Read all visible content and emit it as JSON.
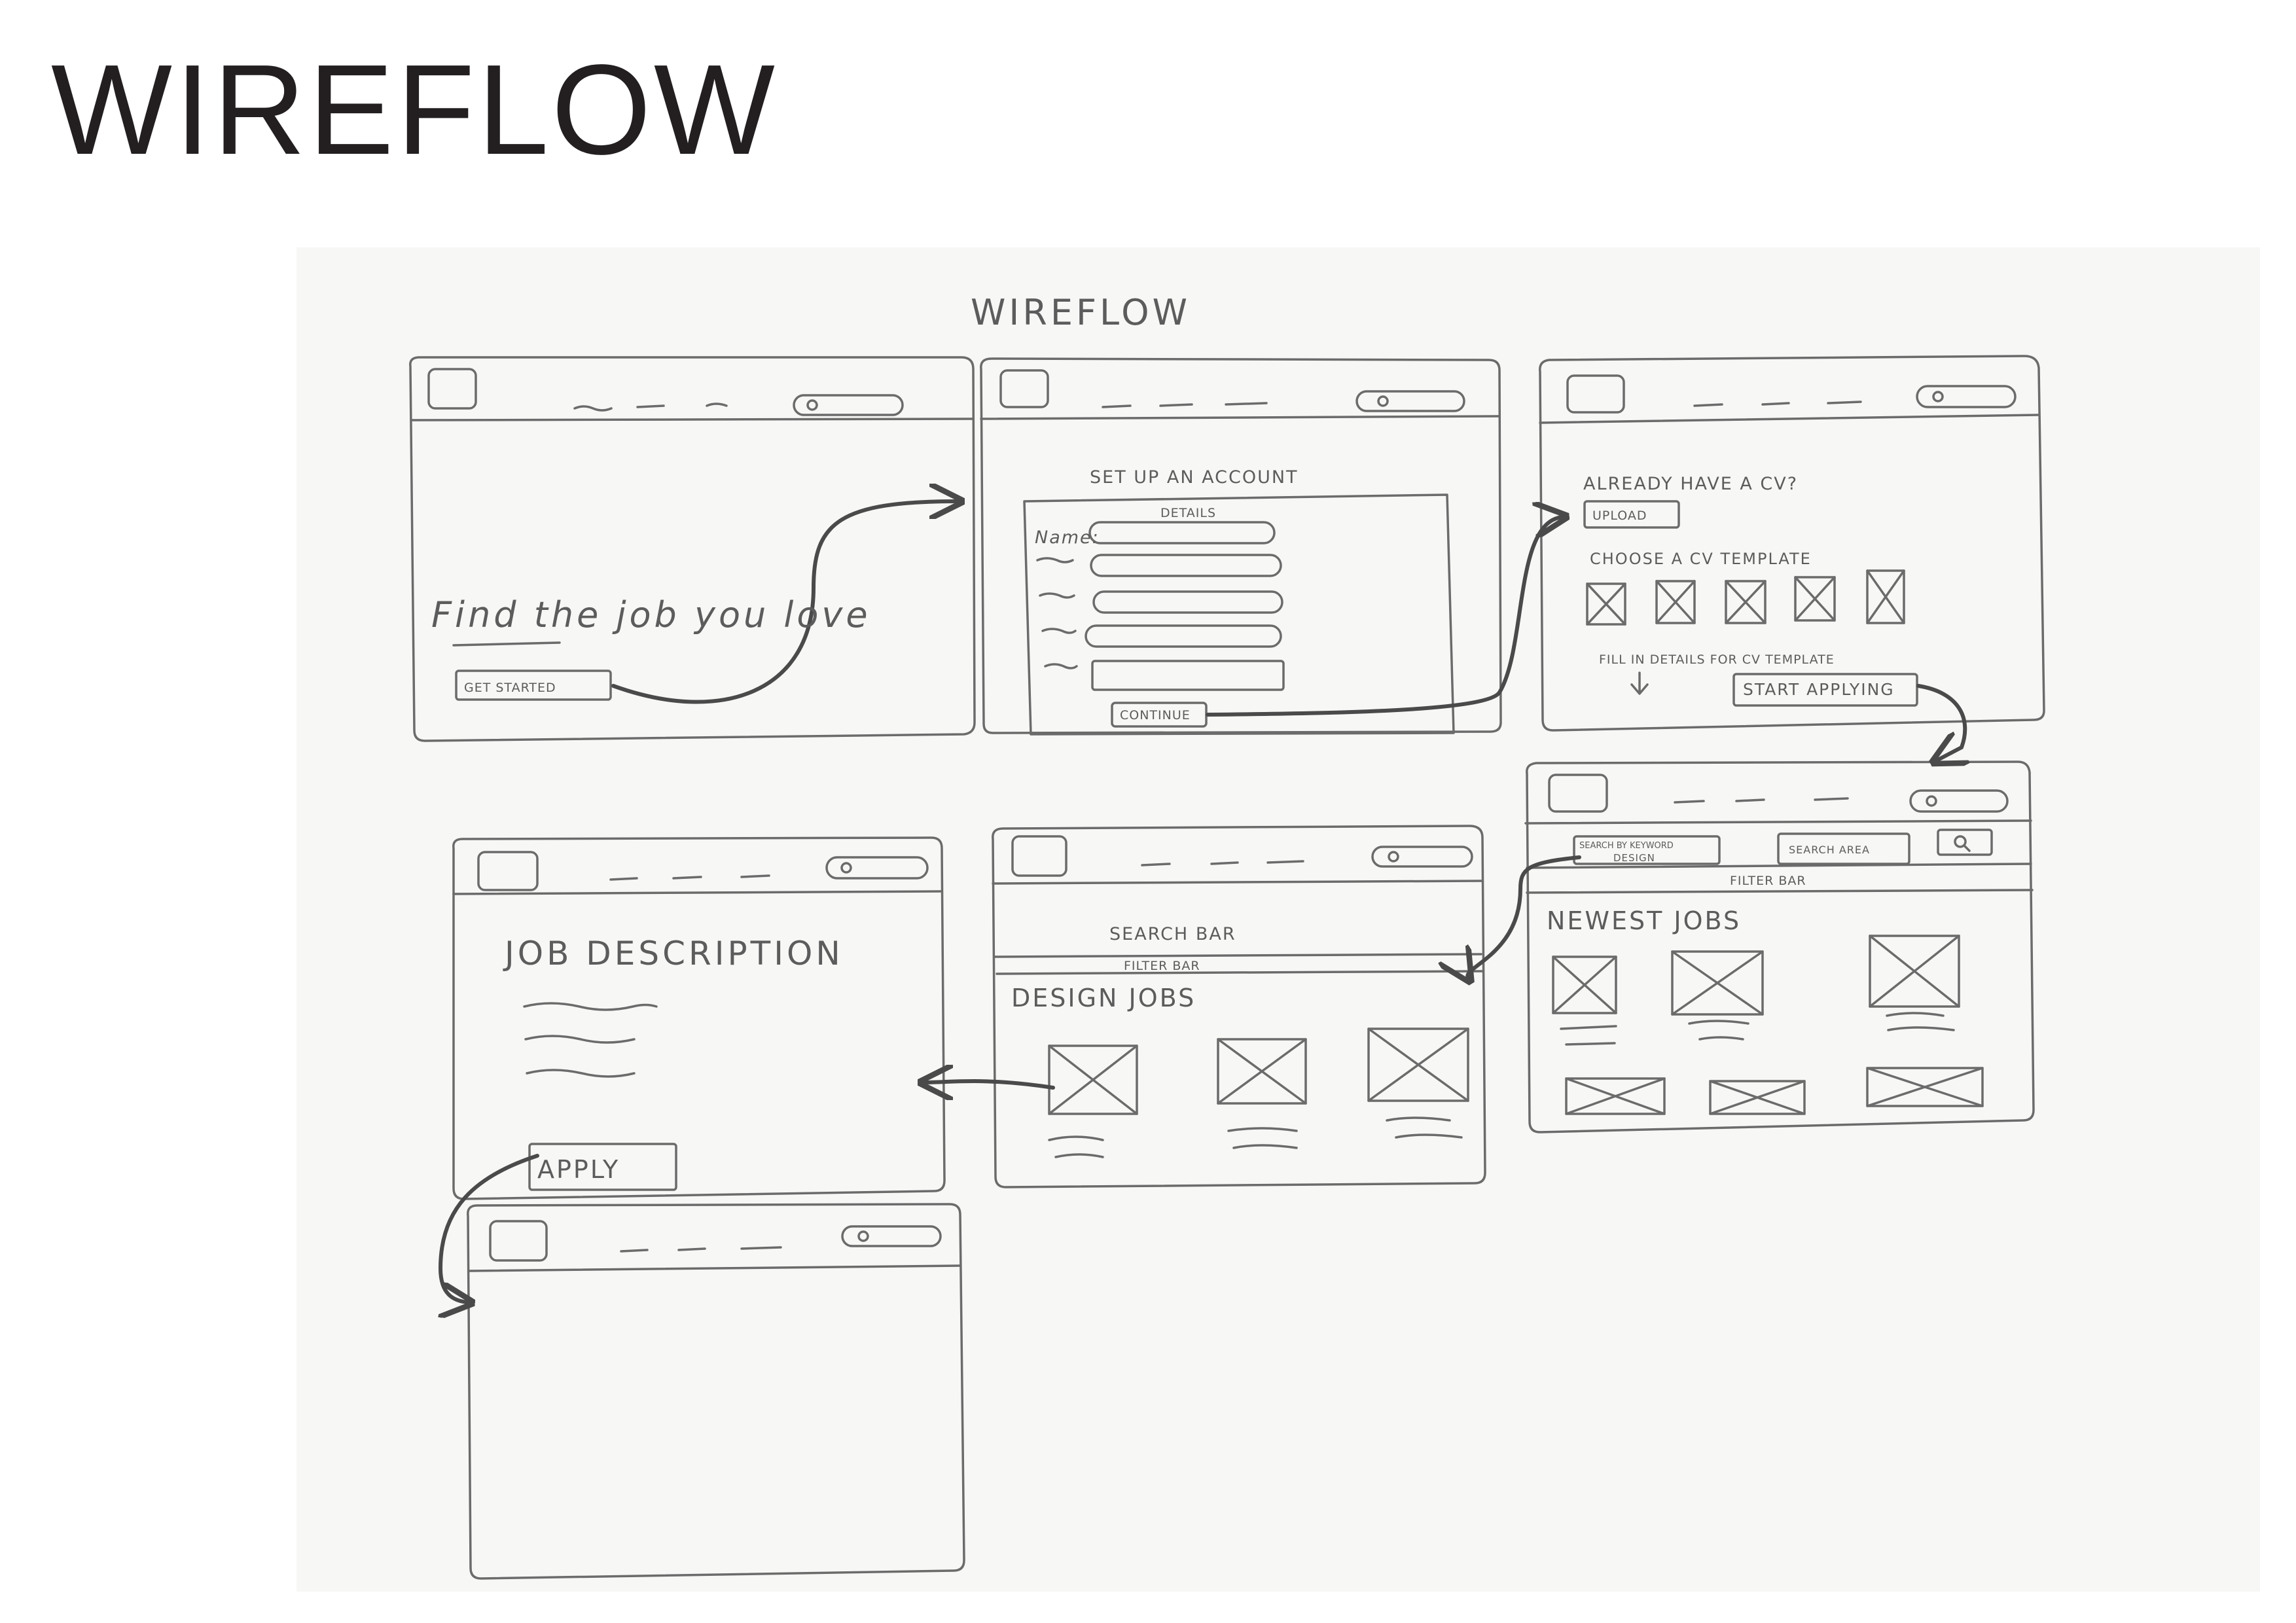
{
  "page_title": "WIREFLOW",
  "sketch_title": "WIREFLOW",
  "screens": {
    "landing": {
      "headline": "Find the job you love",
      "cta": "GET STARTED"
    },
    "account": {
      "title": "SET UP AN ACCOUNT",
      "section": "DETAILS",
      "name_label": "Name:",
      "continue": "CONTINUE"
    },
    "cv": {
      "question": "ALREADY HAVE A CV?",
      "upload": "UPLOAD",
      "choose": "CHOOSE A CV TEMPLATE",
      "fill": "FILL IN DETAILS FOR CV TEMPLATE",
      "start": "START APPLYING"
    },
    "newest": {
      "search_keyword": "SEARCH BY KEYWORD",
      "search_value": "DESIGN",
      "search_area": "SEARCH AREA",
      "filter": "FILTER BAR",
      "heading": "NEWEST JOBS"
    },
    "design": {
      "search": "SEARCH BAR",
      "filter": "FILTER BAR",
      "heading": "DESIGN JOBS"
    },
    "description": {
      "heading": "JOB DESCRIPTION",
      "apply": "APPLY"
    }
  },
  "icons": [
    "search-icon",
    "logo-placeholder-icon",
    "image-placeholder-icon",
    "arrow-icon"
  ],
  "colors": {
    "ink": "#5c5c5c",
    "paper": "#f7f7f5",
    "title": "#231f20"
  }
}
